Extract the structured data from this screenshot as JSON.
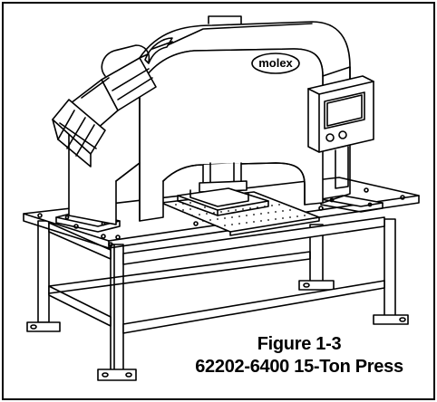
{
  "figure": {
    "label": "Figure 1-3",
    "caption": "62202-6400 15-Ton Press"
  },
  "machine": {
    "brand_logo": "molex"
  },
  "colors": {
    "line": "#000000",
    "background": "#ffffff"
  }
}
